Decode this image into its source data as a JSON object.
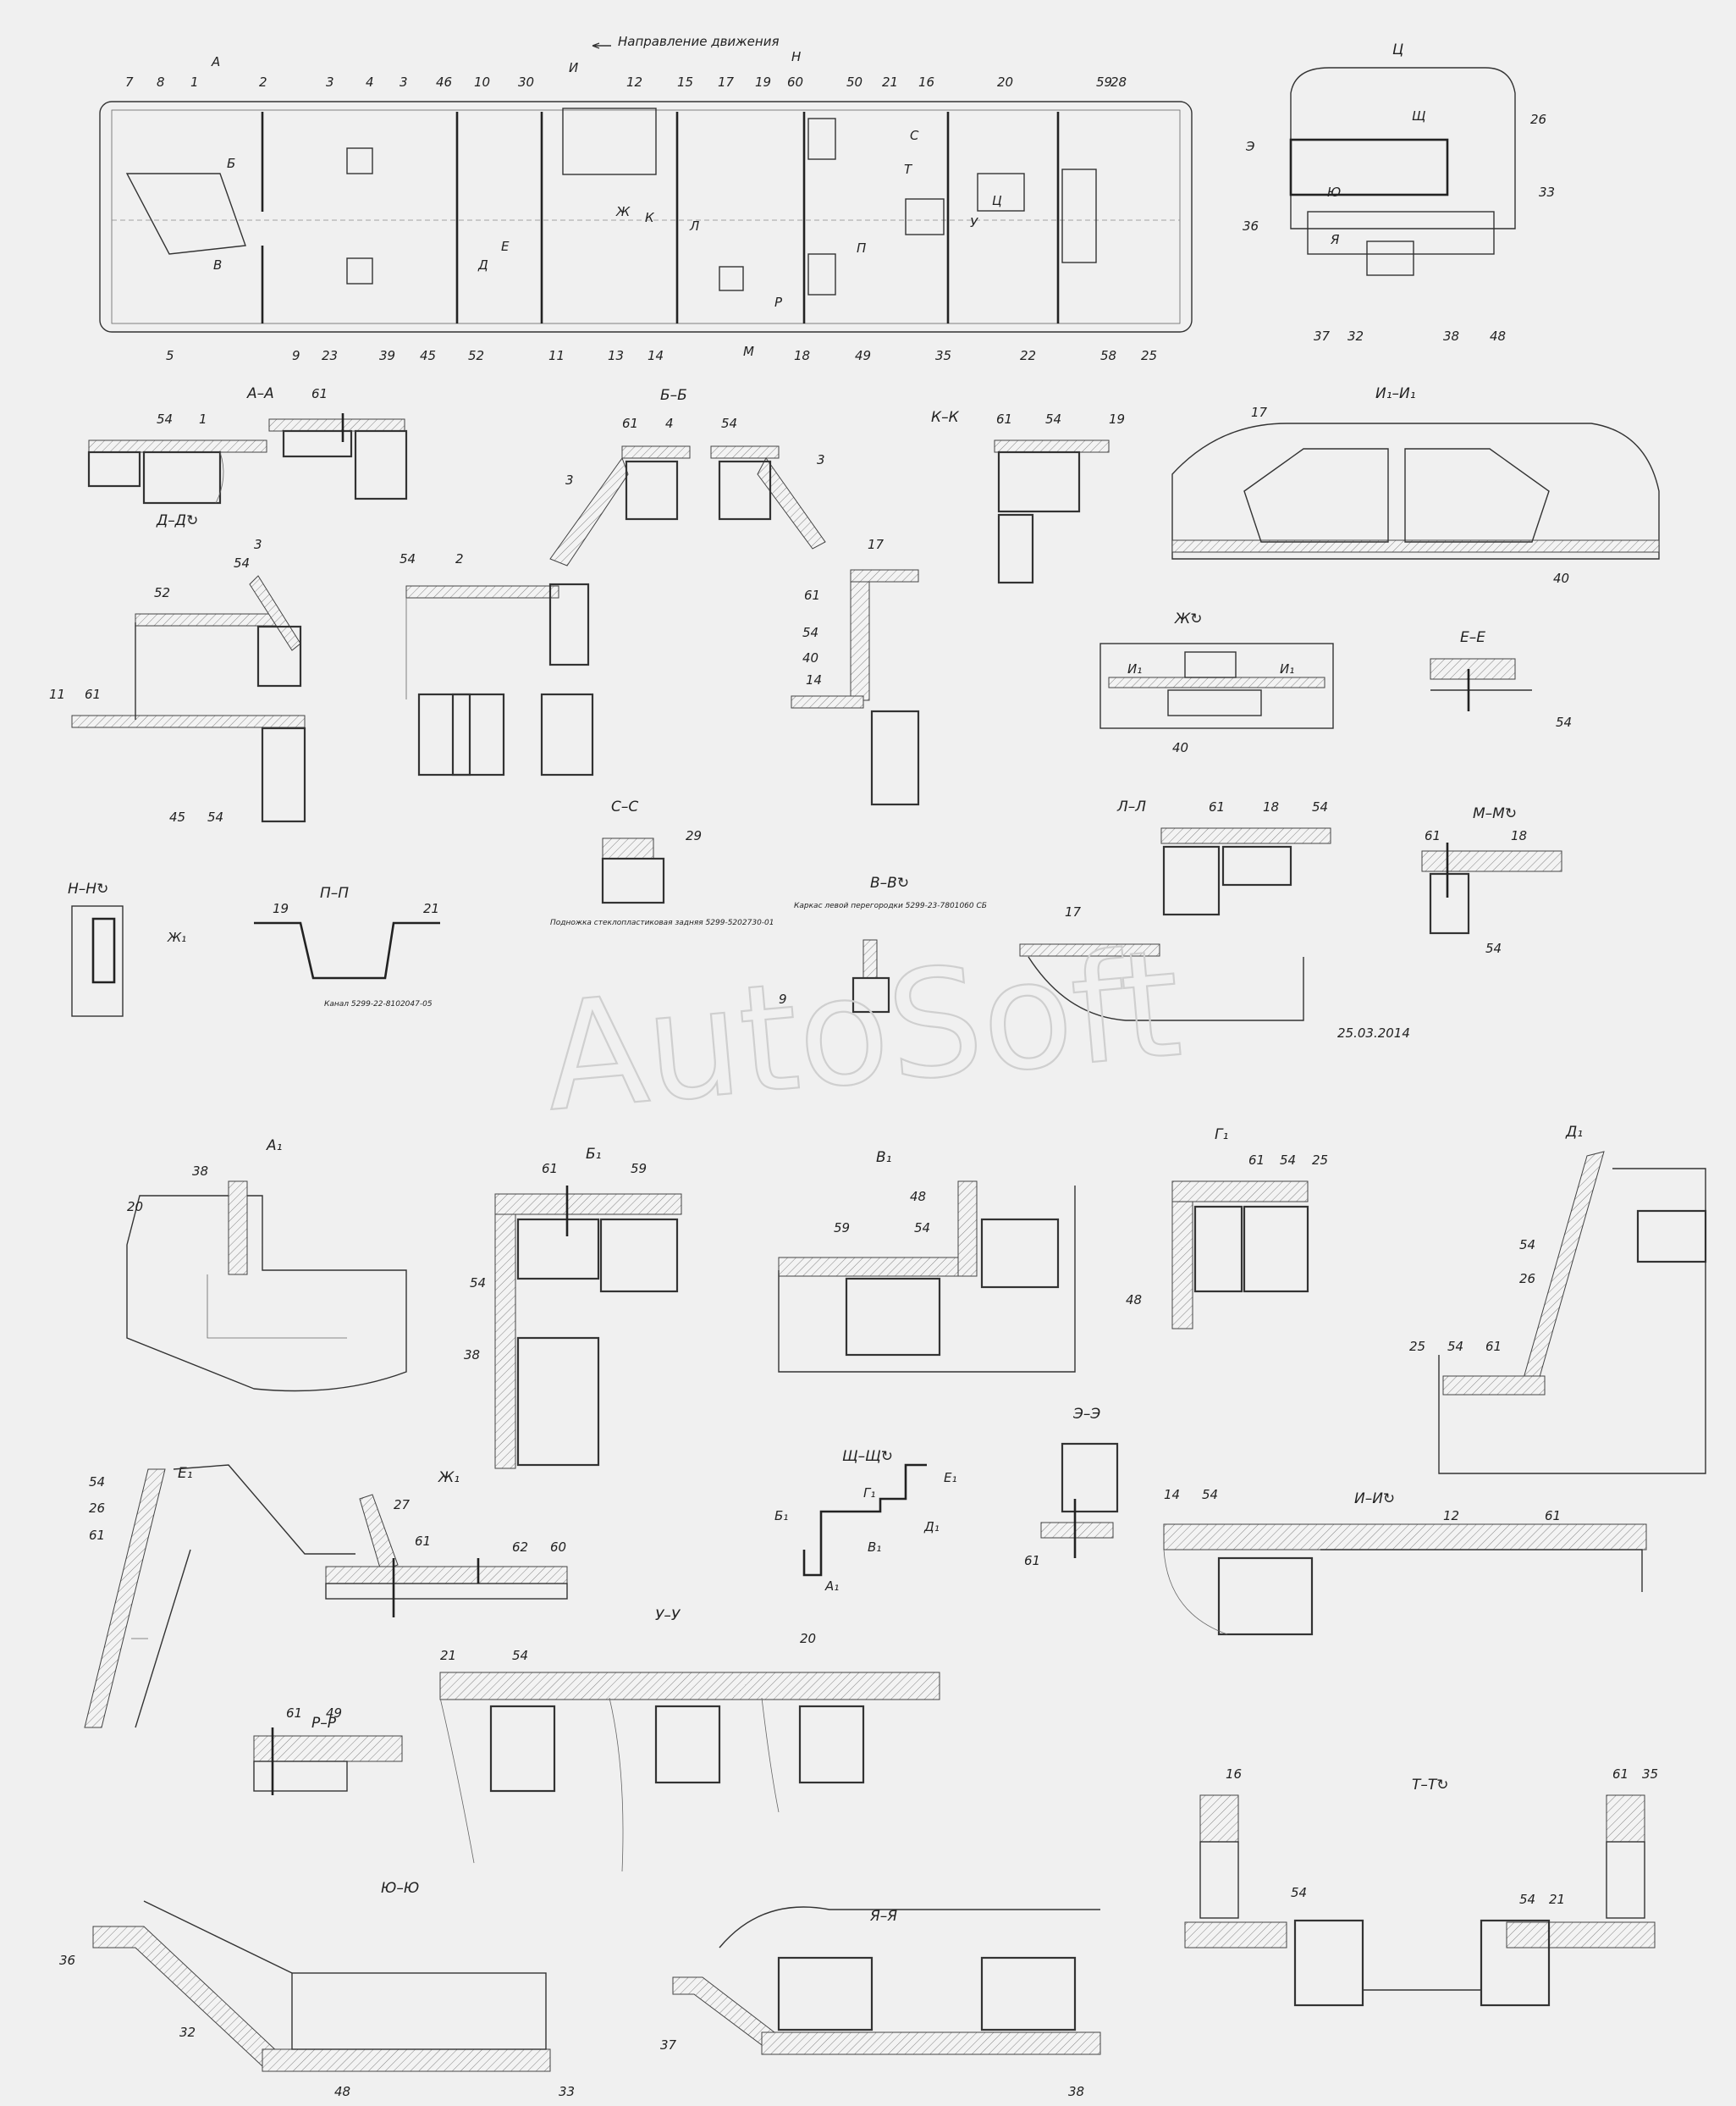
{
  "plan": {
    "direction": "Направление движения",
    "numbers": [
      "7",
      "8",
      "1",
      "2",
      "3",
      "4",
      "3",
      "46",
      "10",
      "30",
      "12",
      "15",
      "17",
      "19",
      "60",
      "50",
      "21",
      "16",
      "20",
      "59",
      "28",
      "5",
      "9",
      "23",
      "39",
      "45",
      "52",
      "11",
      "13",
      "14",
      "18",
      "49",
      "35",
      "22",
      "58",
      "25"
    ],
    "sections": [
      "А",
      "Б",
      "В",
      "Д",
      "Е",
      "Ж",
      "И",
      "К",
      "Л",
      "М",
      "Н",
      "П",
      "Р",
      "С",
      "Т",
      "У",
      "Ц"
    ]
  },
  "rear_view": {
    "title": "Ц",
    "numbers": [
      "26",
      "33",
      "36",
      "37",
      "32",
      "38",
      "48"
    ],
    "sections": [
      "Э",
      "Щ",
      "Ю",
      "Я"
    ]
  },
  "sections": {
    "aa": {
      "title": "А–А",
      "labels": [
        "54",
        "1",
        "61"
      ]
    },
    "bb": {
      "title": "Б–Б",
      "labels": [
        "61",
        "4",
        "54",
        "3",
        "3",
        "54",
        "2"
      ]
    },
    "kk": {
      "title": "К–К",
      "labels": [
        "61",
        "54",
        "19",
        "17",
        "61",
        "54",
        "40",
        "14"
      ]
    },
    "ii1": {
      "title": "И₁–И₁",
      "labels": [
        "17",
        "40"
      ]
    },
    "dd": {
      "title": "Д–Д↻",
      "labels": [
        "3",
        "54",
        "52",
        "11",
        "61",
        "45",
        "54"
      ]
    },
    "zh": {
      "title": "Ж↻",
      "labels": [
        "И₁",
        "И₁",
        "40"
      ]
    },
    "ee": {
      "title": "Е–Е",
      "labels": [
        "54"
      ]
    },
    "cc": {
      "title": "С–С",
      "labels": [
        "29"
      ],
      "note": "Подножка стеклопластиковая задняя 5299-5202730-01"
    },
    "vv": {
      "title": "В–В↻",
      "labels": [
        "9"
      ],
      "note": "Каркас левой перегородки 5299-23-7801060 СБ"
    },
    "ll": {
      "title": "Л–Л",
      "labels": [
        "61",
        "18",
        "54",
        "17"
      ]
    },
    "mm": {
      "title": "М–М↻",
      "labels": [
        "61",
        "18",
        "54"
      ]
    },
    "nn": {
      "title": "Н–Н↻",
      "labels": [
        "Ж₁"
      ]
    },
    "pp": {
      "title": "П–П",
      "labels": [
        "19",
        "21"
      ],
      "note": "Канал 5299-22-8102047-05"
    },
    "a1": {
      "title": "А₁",
      "labels": [
        "38",
        "20"
      ]
    },
    "b1": {
      "title": "Б₁",
      "labels": [
        "61",
        "59",
        "54",
        "38"
      ]
    },
    "v1": {
      "title": "В₁",
      "labels": [
        "48",
        "59",
        "54"
      ]
    },
    "g1": {
      "title": "Г₁",
      "labels": [
        "61",
        "54",
        "25",
        "48"
      ]
    },
    "d1": {
      "title": "Д₁",
      "labels": [
        "54",
        "26",
        "25",
        "54",
        "61"
      ]
    },
    "e1": {
      "title": "Е₁",
      "labels": [
        "54",
        "26",
        "61"
      ]
    },
    "zh1": {
      "title": "Ж₁",
      "labels": [
        "27",
        "61",
        "62",
        "60"
      ]
    },
    "shsh": {
      "title": "Щ–Щ↻",
      "labels": [
        "Е₁",
        "Г₁",
        "Б₁",
        "Д₁",
        "В₁",
        "А₁"
      ]
    },
    "ee2": {
      "title": "Э–Э",
      "labels": [
        "61"
      ]
    },
    "ii": {
      "title": "И–И↻",
      "labels": [
        "14",
        "54",
        "12",
        "61"
      ]
    },
    "uu": {
      "title": "У–У",
      "labels": [
        "21",
        "54",
        "20"
      ]
    },
    "rr": {
      "title": "Р–Р",
      "labels": [
        "61",
        "49"
      ]
    },
    "tt": {
      "title": "Т–Т↻",
      "labels": [
        "16",
        "61",
        "35",
        "54",
        "54",
        "21"
      ]
    },
    "yuyu": {
      "title": "Ю–Ю",
      "labels": [
        "36",
        "32",
        "48",
        "33"
      ]
    },
    "yaya": {
      "title": "Я–Я",
      "labels": [
        "37",
        "38"
      ]
    }
  },
  "date": "25.03.2014",
  "watermark": "AutoSoft"
}
